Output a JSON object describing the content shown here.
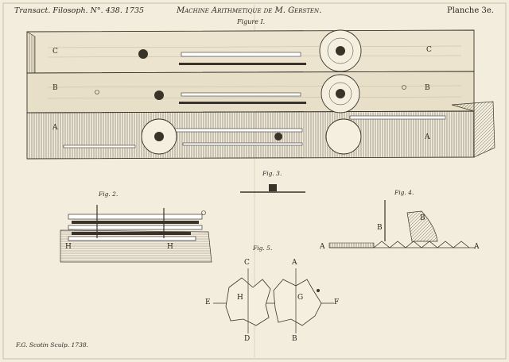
{
  "header": {
    "left": "Transact. Filosoph. N°. 438. 1735",
    "center": "Machine Arithmetique de M. Gersten.",
    "right": "Planche 3e."
  },
  "figures": {
    "fig1": "Figure I.",
    "fig2": "Fig. 2.",
    "fig3": "Fig. 3.",
    "fig4": "Fig. 4.",
    "fig5": "Fig. 5."
  },
  "labels": {
    "A": "A",
    "B": "B",
    "C": "C",
    "E": "E",
    "F": "F",
    "G": "G",
    "H": "H",
    "D": "D"
  },
  "footer": "F.G. Scotin Sculp. 1738."
}
